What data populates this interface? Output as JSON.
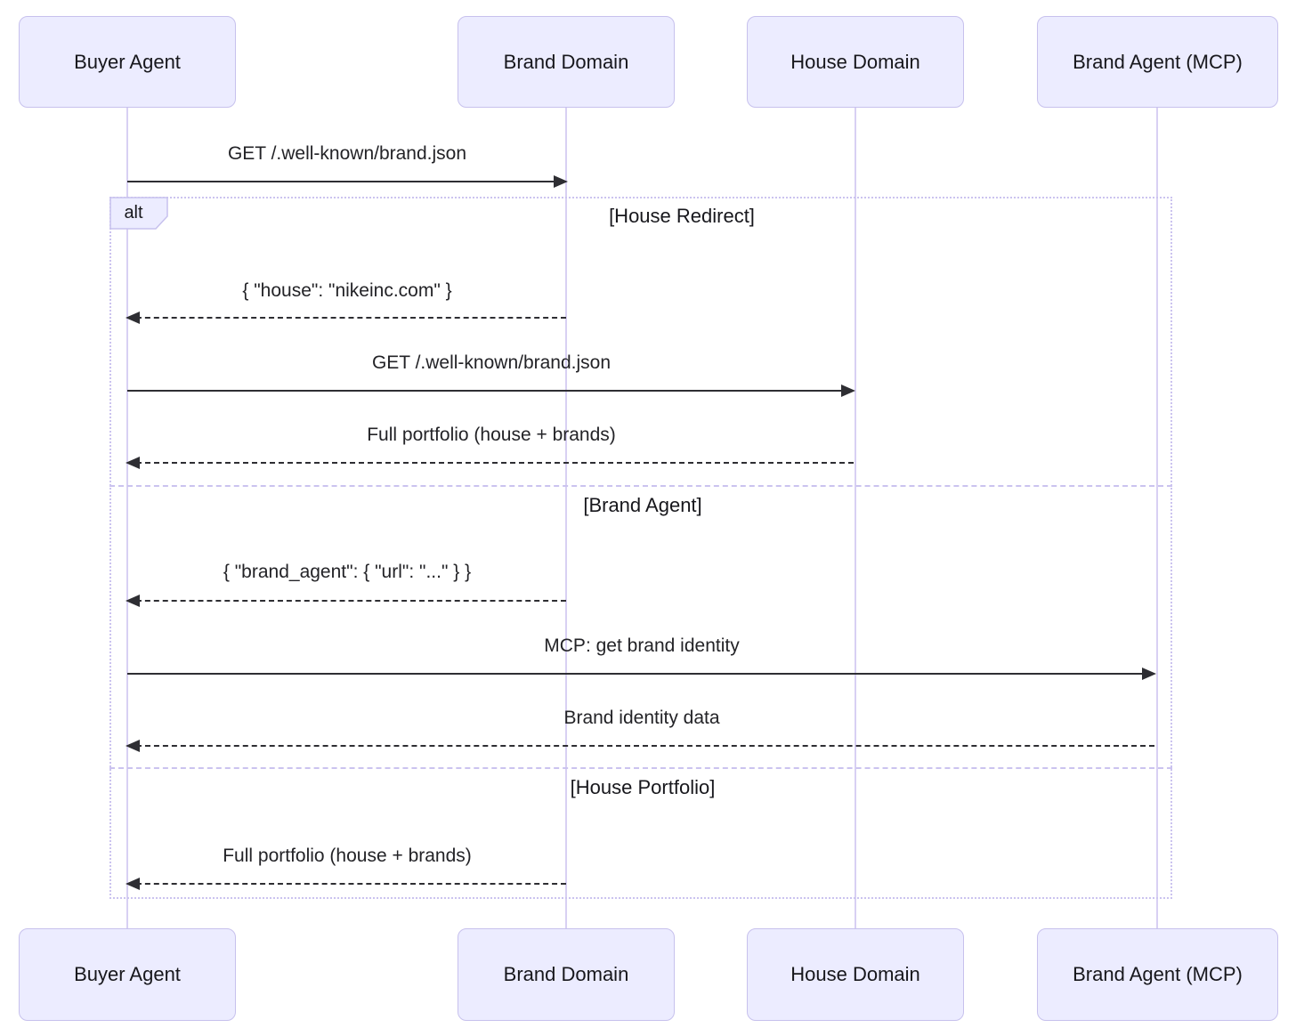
{
  "participants": [
    {
      "label": "Buyer Agent"
    },
    {
      "label": "Brand Domain"
    },
    {
      "label": "House Domain"
    },
    {
      "label": "Brand Agent (MCP)"
    }
  ],
  "frame": {
    "operator": "alt",
    "branches": [
      {
        "label": "[House Redirect]"
      },
      {
        "label": "[Brand Agent]"
      },
      {
        "label": "[House Portfolio]"
      }
    ]
  },
  "messages": [
    {
      "text": "GET /.well-known/brand.json",
      "from": "Buyer Agent",
      "to": "Brand Domain",
      "style": "solid"
    },
    {
      "text": "{ \"house\": \"nikeinc.com\" }",
      "from": "Brand Domain",
      "to": "Buyer Agent",
      "style": "dashed"
    },
    {
      "text": "GET /.well-known/brand.json",
      "from": "Buyer Agent",
      "to": "House Domain",
      "style": "solid"
    },
    {
      "text": "Full portfolio (house + brands)",
      "from": "House Domain",
      "to": "Buyer Agent",
      "style": "dashed"
    },
    {
      "text": "{ \"brand_agent\": { \"url\": \"...\" } }",
      "from": "Brand Domain",
      "to": "Buyer Agent",
      "style": "dashed"
    },
    {
      "text": "MCP: get brand identity",
      "from": "Buyer Agent",
      "to": "Brand Agent (MCP)",
      "style": "solid"
    },
    {
      "text": "Brand identity data",
      "from": "Brand Agent (MCP)",
      "to": "Buyer Agent",
      "style": "dashed"
    },
    {
      "text": "Full portfolio (house + brands)",
      "from": "Brand Domain",
      "to": "Buyer Agent",
      "style": "dashed"
    }
  ],
  "colors": {
    "participant_fill": "#ECECFF",
    "participant_border": "#C7C1ED",
    "lifeline": "#D8D0F3",
    "frame_border": "#CBC3EF",
    "arrow": "#2E2E33",
    "text": "#17171C"
  }
}
